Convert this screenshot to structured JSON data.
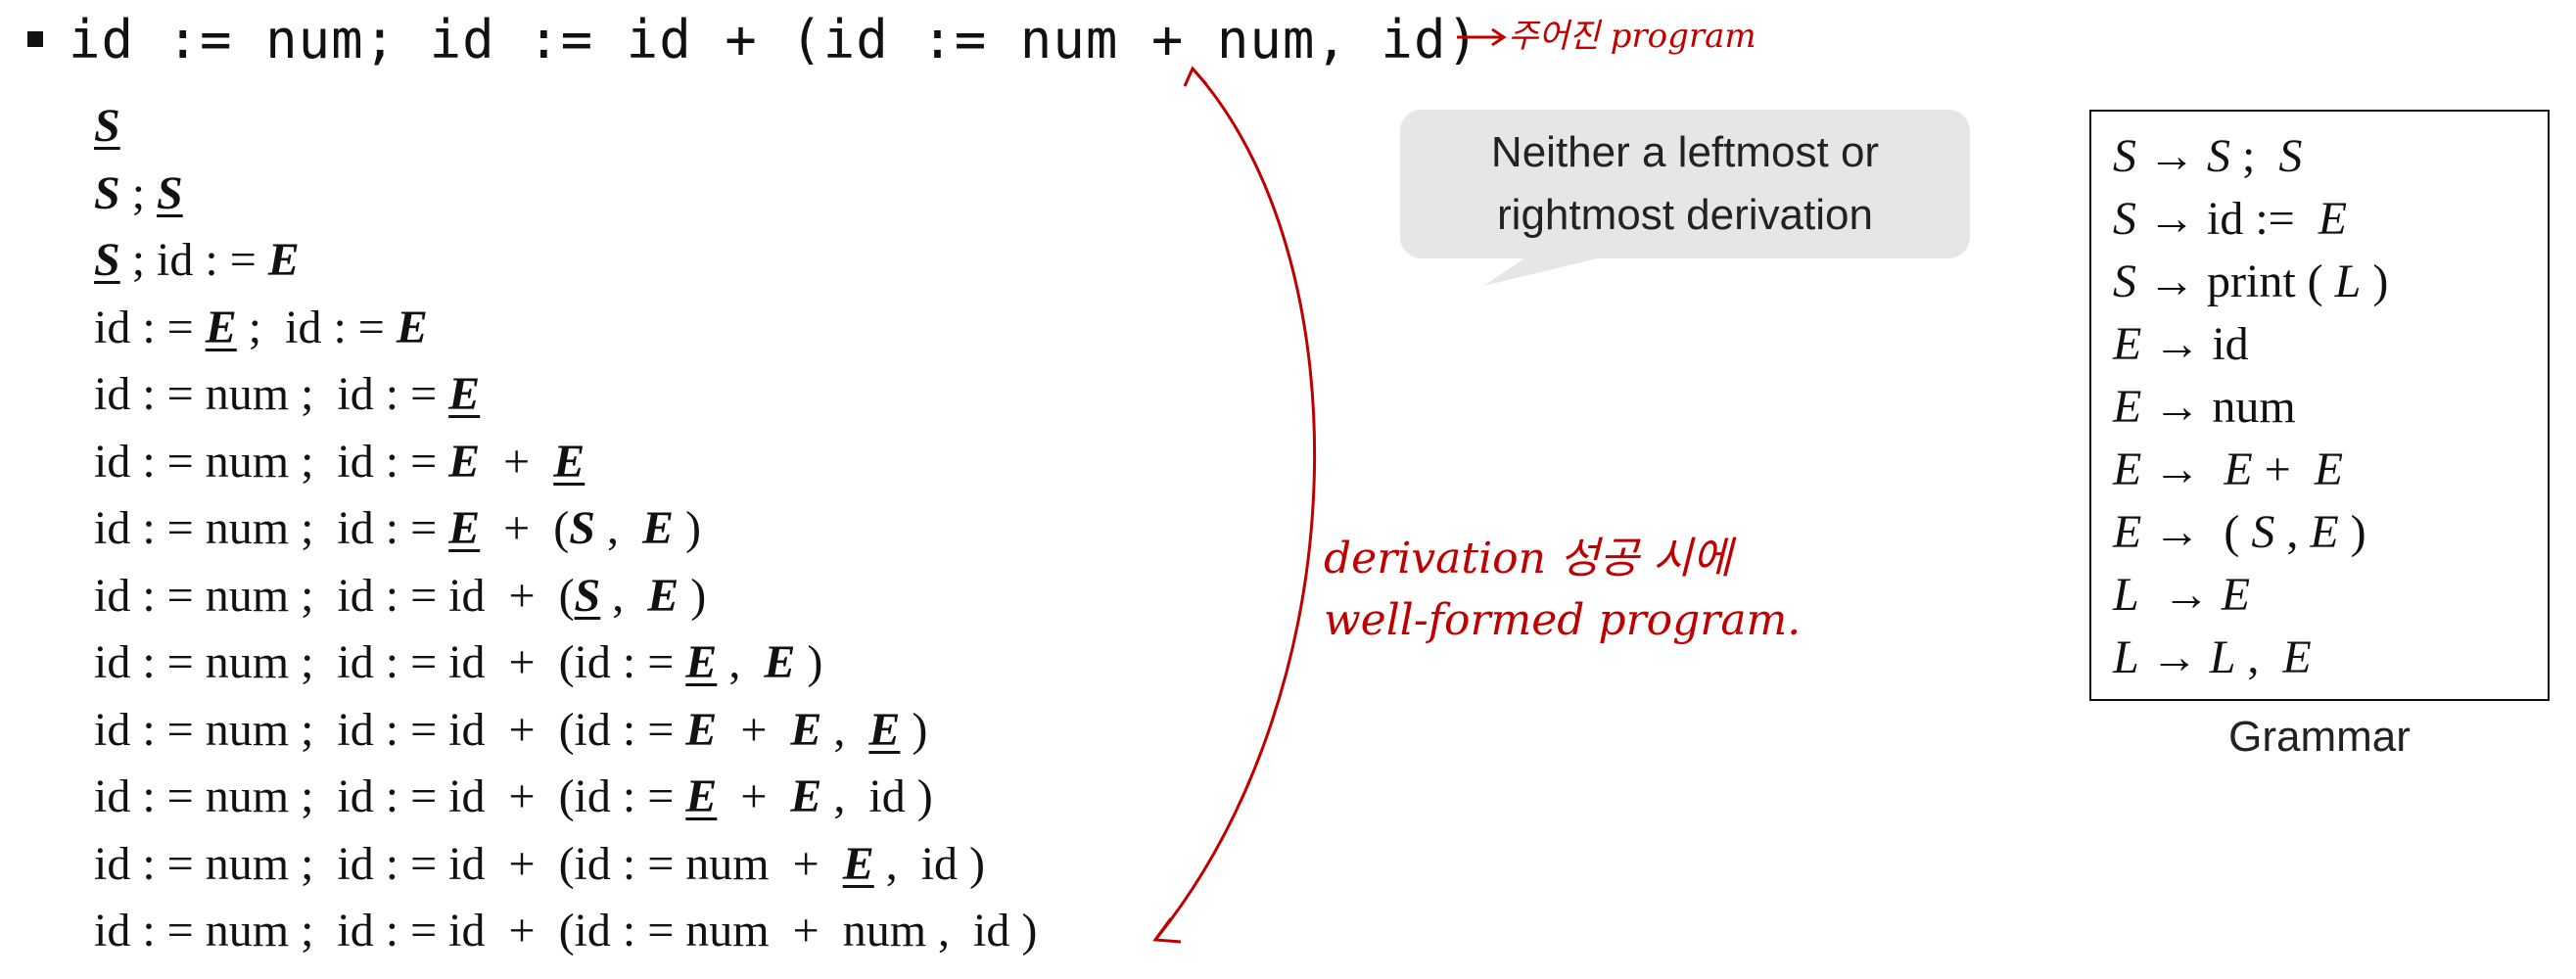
{
  "program_line": {
    "code": "id := num; id := id + (id := num + num, id)",
    "annotation": "주어진 program"
  },
  "derivation": [
    [
      {
        "t": "S",
        "i": true,
        "u": true
      }
    ],
    [
      {
        "t": "S",
        "i": true
      },
      {
        "t": " ; "
      },
      {
        "t": "S",
        "i": true,
        "u": true
      }
    ],
    [
      {
        "t": "S",
        "i": true,
        "u": true
      },
      {
        "t": " ; id : = "
      },
      {
        "t": "E",
        "i": true
      }
    ],
    [
      {
        "t": "id : = "
      },
      {
        "t": "E",
        "i": true,
        "u": true
      },
      {
        "t": " ;  id : = "
      },
      {
        "t": "E",
        "i": true
      }
    ],
    [
      {
        "t": "id : = num ;  id : = "
      },
      {
        "t": "E",
        "i": true,
        "u": true
      }
    ],
    [
      {
        "t": "id : = num ;  id : = "
      },
      {
        "t": "E",
        "i": true
      },
      {
        "t": "  +  "
      },
      {
        "t": "E",
        "i": true,
        "u": true
      }
    ],
    [
      {
        "t": "id : = num ;  id : = "
      },
      {
        "t": "E",
        "i": true,
        "u": true
      },
      {
        "t": "  +  ("
      },
      {
        "t": "S",
        "i": true
      },
      {
        "t": " ,  "
      },
      {
        "t": "E",
        "i": true
      },
      {
        "t": " )"
      }
    ],
    [
      {
        "t": "id : = num ;  id : = id  +  ("
      },
      {
        "t": "S",
        "i": true,
        "u": true
      },
      {
        "t": " ,  "
      },
      {
        "t": "E",
        "i": true
      },
      {
        "t": " )"
      }
    ],
    [
      {
        "t": "id : = num ;  id : = id  +  (id : = "
      },
      {
        "t": "E",
        "i": true,
        "u": true
      },
      {
        "t": " ,  "
      },
      {
        "t": "E",
        "i": true
      },
      {
        "t": " )"
      }
    ],
    [
      {
        "t": "id : = num ;  id : = id  +  (id : = "
      },
      {
        "t": "E",
        "i": true
      },
      {
        "t": "  +  "
      },
      {
        "t": "E",
        "i": true
      },
      {
        "t": " ,  "
      },
      {
        "t": "E",
        "i": true,
        "u": true
      },
      {
        "t": " )"
      }
    ],
    [
      {
        "t": "id : = num ;  id : = id  +  (id : = "
      },
      {
        "t": "E",
        "i": true,
        "u": true
      },
      {
        "t": "  +  "
      },
      {
        "t": "E",
        "i": true
      },
      {
        "t": " ,  id )"
      }
    ],
    [
      {
        "t": "id : = num ;  id : = id  +  (id : = num  +  "
      },
      {
        "t": "E",
        "i": true,
        "u": true
      },
      {
        "t": " ,  id )"
      }
    ],
    [
      {
        "t": "id : = num ;  id : = id  +  (id : = num  +  num ,  id )"
      }
    ]
  ],
  "bubble": {
    "line1": "Neither a leftmost or",
    "line2": "rightmost derivation"
  },
  "grammar": {
    "rules": [
      [
        {
          "t": "S",
          "i": true
        },
        {
          "t": " → "
        },
        {
          "t": "S",
          "i": true
        },
        {
          "t": " ;  "
        },
        {
          "t": "S",
          "i": true
        }
      ],
      [
        {
          "t": "S",
          "i": true
        },
        {
          "t": " → id :=  "
        },
        {
          "t": "E",
          "i": true
        }
      ],
      [
        {
          "t": "S",
          "i": true
        },
        {
          "t": " → print ( "
        },
        {
          "t": "L",
          "i": true
        },
        {
          "t": " )"
        }
      ],
      [
        {
          "t": "E",
          "i": true
        },
        {
          "t": " → id"
        }
      ],
      [
        {
          "t": "E",
          "i": true
        },
        {
          "t": " → num"
        }
      ],
      [
        {
          "t": "E",
          "i": true
        },
        {
          "t": " →  "
        },
        {
          "t": "E",
          "i": true
        },
        {
          "t": " +  "
        },
        {
          "t": "E",
          "i": true
        }
      ],
      [
        {
          "t": "E",
          "i": true
        },
        {
          "t": " →  ( "
        },
        {
          "t": "S",
          "i": true
        },
        {
          "t": " , "
        },
        {
          "t": "E",
          "i": true
        },
        {
          "t": " )"
        }
      ],
      [
        {
          "t": "L",
          "i": true
        },
        {
          "t": "  → "
        },
        {
          "t": "E",
          "i": true
        }
      ],
      [
        {
          "t": "L",
          "i": true
        },
        {
          "t": " → "
        },
        {
          "t": "L",
          "i": true
        },
        {
          "t": " ,  "
        },
        {
          "t": "E",
          "i": true
        }
      ]
    ],
    "caption": "Grammar"
  },
  "handwritten_note": {
    "line1": "derivation 성공 시에",
    "line2": "well-formed program."
  },
  "colors": {
    "annotation": "#c00000",
    "bubble": "#e6e6e6"
  }
}
